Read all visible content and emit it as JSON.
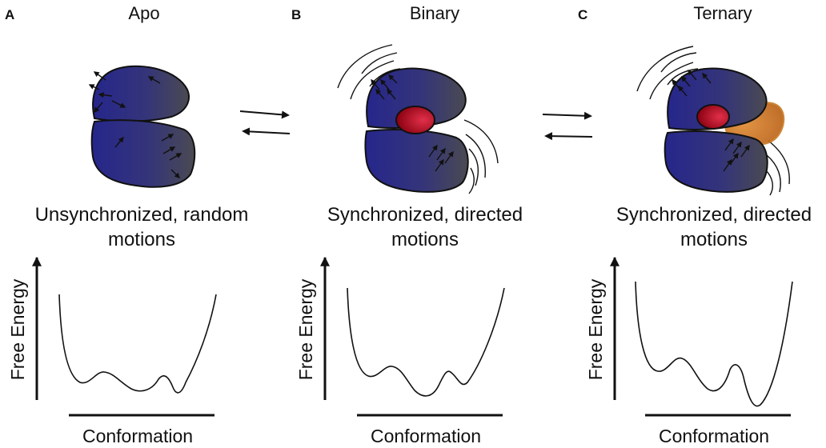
{
  "panels": [
    {
      "letter": "A",
      "title": "Apo",
      "caption_line1": "Unsynchronized, random",
      "caption_line2": "motions",
      "y_axis_label": "Free Energy",
      "x_axis_label": "Conformation"
    },
    {
      "letter": "B",
      "title": "Binary",
      "caption_line1": "Synchronized, directed",
      "caption_line2": "motions",
      "y_axis_label": "Free Energy",
      "x_axis_label": "Conformation"
    },
    {
      "letter": "C",
      "title": "Ternary",
      "caption_line1": "Synchronized, directed",
      "caption_line2": "motions",
      "y_axis_label": "Free Energy",
      "x_axis_label": "Conformation"
    }
  ],
  "colors": {
    "protein_dark": "#2a2a8a",
    "protein_light": "#4a4a55",
    "ligand_dark": "#8b0010",
    "ligand_light": "#d0203a",
    "cofactor": "#d77a1a",
    "stroke": "#111111"
  }
}
